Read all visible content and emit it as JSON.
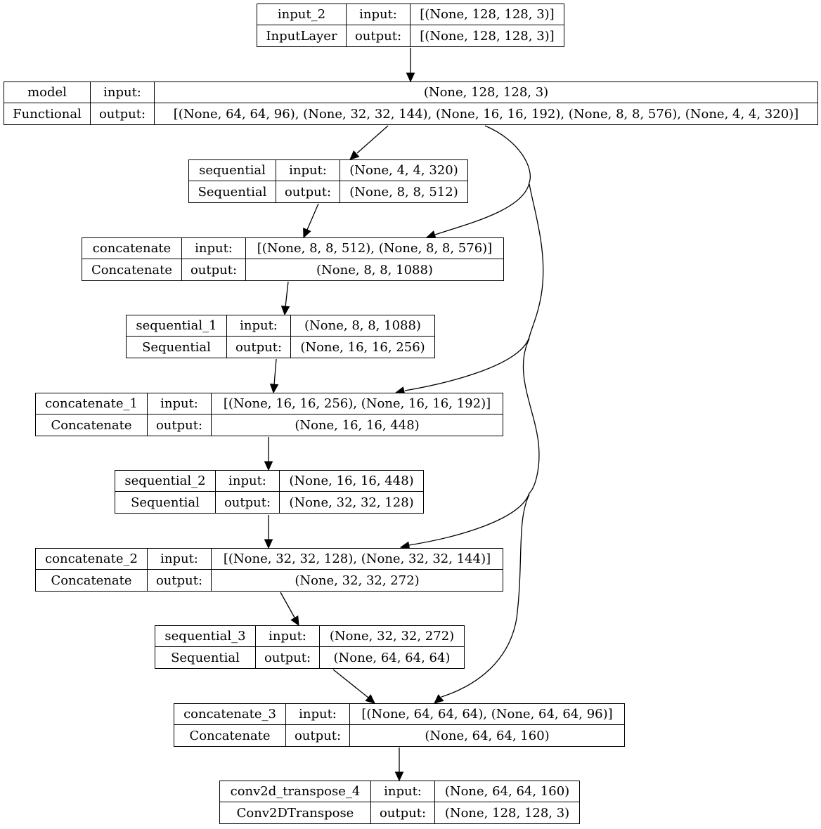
{
  "nodes": [
    {
      "id": "input_2",
      "name": "input_2",
      "type": "InputLayer",
      "input_label": "input:",
      "output_label": "output:",
      "input": "[(None, 128, 128, 3)]",
      "output": "[(None, 128, 128, 3)]"
    },
    {
      "id": "model",
      "name": "model",
      "type": "Functional",
      "input_label": "input:",
      "output_label": "output:",
      "input": "(None, 128, 128, 3)",
      "output": "[(None, 64, 64, 96), (None, 32, 32, 144), (None, 16, 16, 192), (None, 8, 8, 576), (None, 4, 4, 320)]"
    },
    {
      "id": "sequential",
      "name": "sequential",
      "type": "Sequential",
      "input_label": "input:",
      "output_label": "output:",
      "input": "(None, 4, 4, 320)",
      "output": "(None, 8, 8, 512)"
    },
    {
      "id": "concatenate",
      "name": "concatenate",
      "type": "Concatenate",
      "input_label": "input:",
      "output_label": "output:",
      "input": "[(None, 8, 8, 512), (None, 8, 8, 576)]",
      "output": "(None, 8, 8, 1088)"
    },
    {
      "id": "sequential_1",
      "name": "sequential_1",
      "type": "Sequential",
      "input_label": "input:",
      "output_label": "output:",
      "input": "(None, 8, 8, 1088)",
      "output": "(None, 16, 16, 256)"
    },
    {
      "id": "concatenate_1",
      "name": "concatenate_1",
      "type": "Concatenate",
      "input_label": "input:",
      "output_label": "output:",
      "input": "[(None, 16, 16, 256), (None, 16, 16, 192)]",
      "output": "(None, 16, 16, 448)"
    },
    {
      "id": "sequential_2",
      "name": "sequential_2",
      "type": "Sequential",
      "input_label": "input:",
      "output_label": "output:",
      "input": "(None, 16, 16, 448)",
      "output": "(None, 32, 32, 128)"
    },
    {
      "id": "concatenate_2",
      "name": "concatenate_2",
      "type": "Concatenate",
      "input_label": "input:",
      "output_label": "output:",
      "input": "[(None, 32, 32, 128), (None, 32, 32, 144)]",
      "output": "(None, 32, 32, 272)"
    },
    {
      "id": "sequential_3",
      "name": "sequential_3",
      "type": "Sequential",
      "input_label": "input:",
      "output_label": "output:",
      "input": "(None, 32, 32, 272)",
      "output": "(None, 64, 64, 64)"
    },
    {
      "id": "concatenate_3",
      "name": "concatenate_3",
      "type": "Concatenate",
      "input_label": "input:",
      "output_label": "output:",
      "input": "[(None, 64, 64, 64), (None, 64, 64, 96)]",
      "output": "(None, 64, 64, 160)"
    },
    {
      "id": "conv2d_transpose_4",
      "name": "conv2d_transpose_4",
      "type": "Conv2DTranspose",
      "input_label": "input:",
      "output_label": "output:",
      "input": "(None, 64, 64, 160)",
      "output": "(None, 128, 128, 3)"
    }
  ],
  "edges": [
    {
      "from": "input_2",
      "to": "model"
    },
    {
      "from": "model",
      "to": "sequential"
    },
    {
      "from": "model",
      "to": "concatenate"
    },
    {
      "from": "sequential",
      "to": "concatenate"
    },
    {
      "from": "model",
      "to": "concatenate_1"
    },
    {
      "from": "concatenate",
      "to": "sequential_1"
    },
    {
      "from": "sequential_1",
      "to": "concatenate_1"
    },
    {
      "from": "model",
      "to": "concatenate_2"
    },
    {
      "from": "concatenate_1",
      "to": "sequential_2"
    },
    {
      "from": "sequential_2",
      "to": "concatenate_2"
    },
    {
      "from": "model",
      "to": "concatenate_3"
    },
    {
      "from": "concatenate_2",
      "to": "sequential_3"
    },
    {
      "from": "sequential_3",
      "to": "concatenate_3"
    },
    {
      "from": "concatenate_3",
      "to": "conv2d_transpose_4"
    }
  ]
}
